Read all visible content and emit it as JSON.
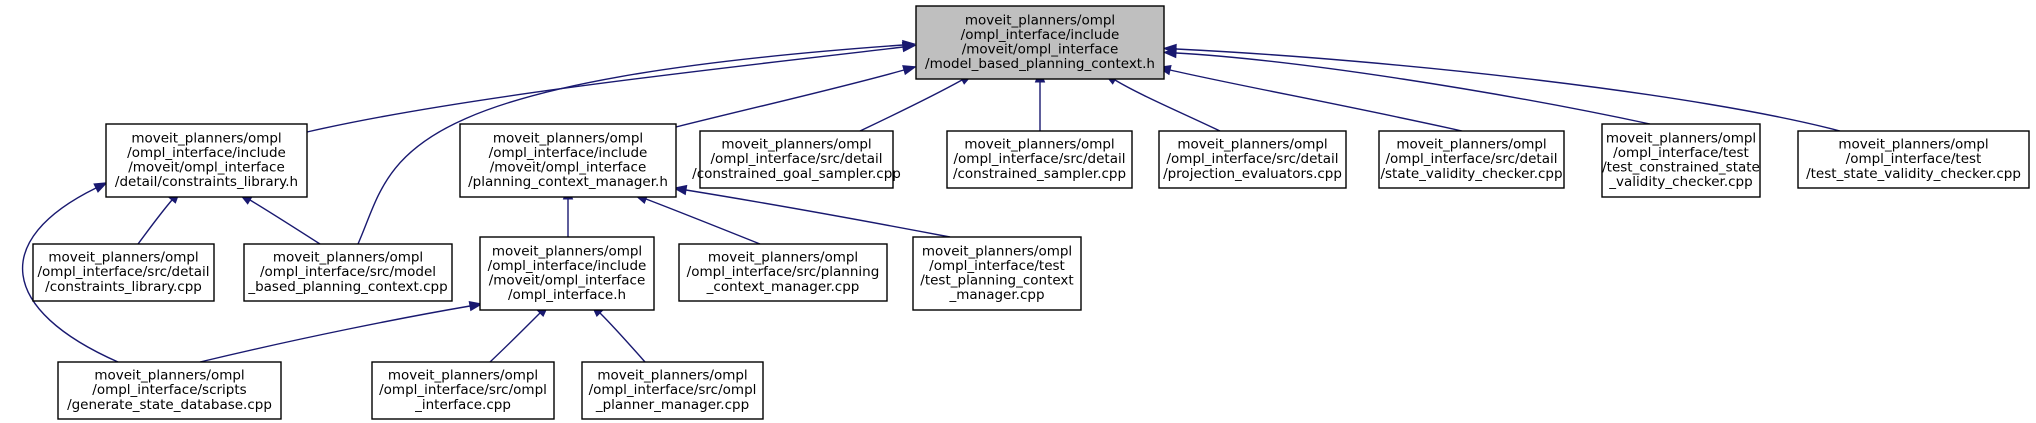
{
  "nodes": [
    {
      "id": "root",
      "highlight": true,
      "lines": [
        "moveit_planners/ompl",
        "/ompl_interface/include",
        "/moveit/ompl_interface",
        "/model_based_planning_context.h"
      ]
    },
    {
      "id": "constraints_library_h",
      "lines": [
        "moveit_planners/ompl",
        "/ompl_interface/include",
        "/moveit/ompl_interface",
        "/detail/constraints_library.h"
      ]
    },
    {
      "id": "planning_context_manager_h",
      "lines": [
        "moveit_planners/ompl",
        "/ompl_interface/include",
        "/moveit/ompl_interface",
        "/planning_context_manager.h"
      ]
    },
    {
      "id": "constrained_goal_sampler_cpp",
      "lines": [
        "moveit_planners/ompl",
        "/ompl_interface/src/detail",
        "/constrained_goal_sampler.cpp"
      ]
    },
    {
      "id": "constrained_sampler_cpp",
      "lines": [
        "moveit_planners/ompl",
        "/ompl_interface/src/detail",
        "/constrained_sampler.cpp"
      ]
    },
    {
      "id": "projection_evaluators_cpp",
      "lines": [
        "moveit_planners/ompl",
        "/ompl_interface/src/detail",
        "/projection_evaluators.cpp"
      ]
    },
    {
      "id": "state_validity_checker_cpp",
      "lines": [
        "moveit_planners/ompl",
        "/ompl_interface/src/detail",
        "/state_validity_checker.cpp"
      ]
    },
    {
      "id": "test_constrained_state_validity_checker_cpp",
      "lines": [
        "moveit_planners/ompl",
        "/ompl_interface/test",
        "/test_constrained_state",
        "_validity_checker.cpp"
      ]
    },
    {
      "id": "test_state_validity_checker_cpp",
      "lines": [
        "moveit_planners/ompl",
        "/ompl_interface/test",
        "/test_state_validity_checker.cpp"
      ]
    },
    {
      "id": "constraints_library_cpp",
      "lines": [
        "moveit_planners/ompl",
        "/ompl_interface/src/detail",
        "/constraints_library.cpp"
      ]
    },
    {
      "id": "model_based_planning_context_cpp",
      "lines": [
        "moveit_planners/ompl",
        "/ompl_interface/src/model",
        "_based_planning_context.cpp"
      ]
    },
    {
      "id": "ompl_interface_h",
      "lines": [
        "moveit_planners/ompl",
        "/ompl_interface/include",
        "/moveit/ompl_interface",
        "/ompl_interface.h"
      ]
    },
    {
      "id": "planning_context_manager_cpp",
      "lines": [
        "moveit_planners/ompl",
        "/ompl_interface/src/planning",
        "_context_manager.cpp"
      ]
    },
    {
      "id": "test_planning_context_manager_cpp",
      "lines": [
        "moveit_planners/ompl",
        "/ompl_interface/test",
        "/test_planning_context",
        "_manager.cpp"
      ]
    },
    {
      "id": "generate_state_database_cpp",
      "lines": [
        "moveit_planners/ompl",
        "/ompl_interface/scripts",
        "/generate_state_database.cpp"
      ]
    },
    {
      "id": "ompl_interface_cpp",
      "lines": [
        "moveit_planners/ompl",
        "/ompl_interface/src/ompl",
        "_interface.cpp"
      ]
    },
    {
      "id": "ompl_planner_manager_cpp",
      "lines": [
        "moveit_planners/ompl",
        "/ompl_interface/src/ompl",
        "_planner_manager.cpp"
      ]
    }
  ],
  "edges": [
    {
      "from": "constraints_library_h",
      "to": "root"
    },
    {
      "from": "model_based_planning_context_cpp",
      "to": "root"
    },
    {
      "from": "planning_context_manager_h",
      "to": "root"
    },
    {
      "from": "constrained_goal_sampler_cpp",
      "to": "root"
    },
    {
      "from": "constrained_sampler_cpp",
      "to": "root"
    },
    {
      "from": "projection_evaluators_cpp",
      "to": "root"
    },
    {
      "from": "state_validity_checker_cpp",
      "to": "root"
    },
    {
      "from": "test_constrained_state_validity_checker_cpp",
      "to": "root"
    },
    {
      "from": "test_state_validity_checker_cpp",
      "to": "root"
    },
    {
      "from": "generate_state_database_cpp",
      "to": "constraints_library_h"
    },
    {
      "from": "constraints_library_cpp",
      "to": "constraints_library_h"
    },
    {
      "from": "model_based_planning_context_cpp",
      "to": "constraints_library_h"
    },
    {
      "from": "ompl_interface_h",
      "to": "planning_context_manager_h"
    },
    {
      "from": "planning_context_manager_cpp",
      "to": "planning_context_manager_h"
    },
    {
      "from": "test_planning_context_manager_cpp",
      "to": "planning_context_manager_h"
    },
    {
      "from": "generate_state_database_cpp",
      "to": "ompl_interface_h"
    },
    {
      "from": "ompl_interface_cpp",
      "to": "ompl_interface_h"
    },
    {
      "from": "ompl_planner_manager_cpp",
      "to": "ompl_interface_h"
    }
  ],
  "colors": {
    "edge": "#191970",
    "root_fill": "#bfbfbf",
    "node_fill": "#ffffff",
    "border": "#000000"
  }
}
